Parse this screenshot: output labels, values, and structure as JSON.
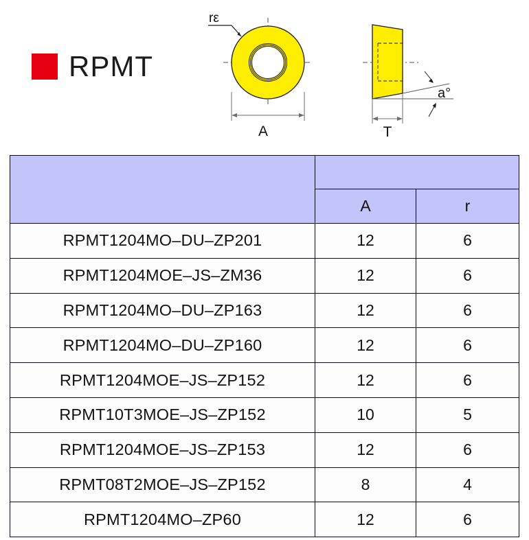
{
  "header": {
    "series_label": "RPMT",
    "swatch_color": "#e60012",
    "swatch_name": "red-square-swatch"
  },
  "diagrams": {
    "front_view": {
      "name": "round-insert-top-view",
      "corner_radius_label": "rε",
      "width_label": "A",
      "body_color": "#ffee00",
      "outline_color": "#1a1a1a"
    },
    "side_view": {
      "name": "insert-side-view",
      "thickness_label": "T",
      "clearance_angle_label": "a°",
      "body_color": "#ffee00",
      "outline_color": "#1a1a1a"
    }
  },
  "table": {
    "header": {
      "designation_blank": "",
      "group_blank": "",
      "columns": [
        "A",
        "r"
      ]
    },
    "rows": [
      {
        "designation": "RPMT1204MO–DU–ZP201",
        "A": "12",
        "r": "6"
      },
      {
        "designation": "RPMT1204MOE–JS–ZM36",
        "A": "12",
        "r": "6"
      },
      {
        "designation": "RPMT1204MO–DU–ZP163",
        "A": "12",
        "r": "6"
      },
      {
        "designation": "RPMT1204MO–DU–ZP160",
        "A": "12",
        "r": "6"
      },
      {
        "designation": "RPMT1204MOE–JS–ZP152",
        "A": "12",
        "r": "6"
      },
      {
        "designation": "RPMT10T3MOE–JS–ZP152",
        "A": "10",
        "r": "5"
      },
      {
        "designation": "RPMT1204MOE–JS–ZP153",
        "A": "12",
        "r": "6"
      },
      {
        "designation": "RPMT08T2MOE–JS–ZP152",
        "A": "8",
        "r": "4"
      },
      {
        "designation": "RPMT1204MO–ZP60",
        "A": "12",
        "r": "6"
      }
    ]
  },
  "colors": {
    "header_fill": "#c3c4fa",
    "border": "#0a0a1e",
    "insert_yellow": "#ffee00",
    "accent_red": "#e60012"
  }
}
